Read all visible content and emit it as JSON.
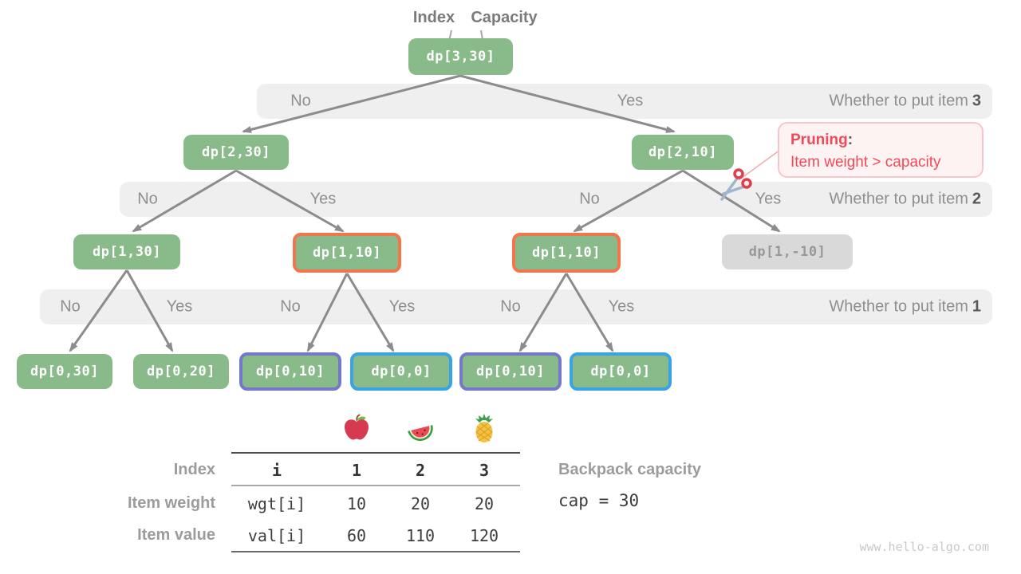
{
  "header": {
    "index_label": "Index",
    "capacity_label": "Capacity"
  },
  "nodes": {
    "d330": "dp[3,30]",
    "d230": "dp[2,30]",
    "d210": "dp[2,10]",
    "d130": "dp[1,30]",
    "d110a": "dp[1,10]",
    "d110b": "dp[1,10]",
    "d1m10": "dp[1,-10]",
    "d030": "dp[0,30]",
    "d020": "dp[0,20]",
    "d010a": "dp[0,10]",
    "d000a": "dp[0,0]",
    "d010b": "dp[0,10]",
    "d000b": "dp[0,0]"
  },
  "bands": {
    "item3": {
      "no1": "No",
      "yes1": "Yes",
      "question": "Whether to put item",
      "number": "3"
    },
    "item2": {
      "no1": "No",
      "yes1": "Yes",
      "no2": "No",
      "yes2": "Yes",
      "question": "Whether to put item",
      "number": "2"
    },
    "item1": {
      "no1": "No",
      "yes1": "Yes",
      "no2": "No",
      "yes2": "Yes",
      "no3": "No",
      "yes3": "Yes",
      "question": "Whether to put item",
      "number": "1"
    }
  },
  "pruning": {
    "title": "Pruning",
    "colon": ":",
    "detail": "Item weight > capacity"
  },
  "table": {
    "rows": [
      {
        "label": "Index",
        "cells": [
          "i",
          "1",
          "2",
          "3"
        ]
      },
      {
        "label": "Item weight",
        "cells": [
          "wgt[i]",
          "10",
          "20",
          "20"
        ]
      },
      {
        "label": "Item value",
        "cells": [
          "val[i]",
          "60",
          "110",
          "120"
        ]
      }
    ]
  },
  "backpack": {
    "label": "Backpack capacity",
    "value": "cap = 30"
  },
  "watermark": "www.hello-algo.com",
  "icons": {
    "fruits": [
      "apple-icon",
      "watermelon-icon",
      "pineapple-icon"
    ],
    "cut": "scissors-icon"
  },
  "colors": {
    "node_green": "#89ba89",
    "node_gray_bg": "#d9d9d9",
    "band_bg": "#efefef",
    "border_orange": "#f2754b",
    "border_blue": "#39a3e6",
    "border_purple": "#7577cb",
    "pruning_red": "#f2495a",
    "arrow_gray": "#8c8c8c"
  }
}
